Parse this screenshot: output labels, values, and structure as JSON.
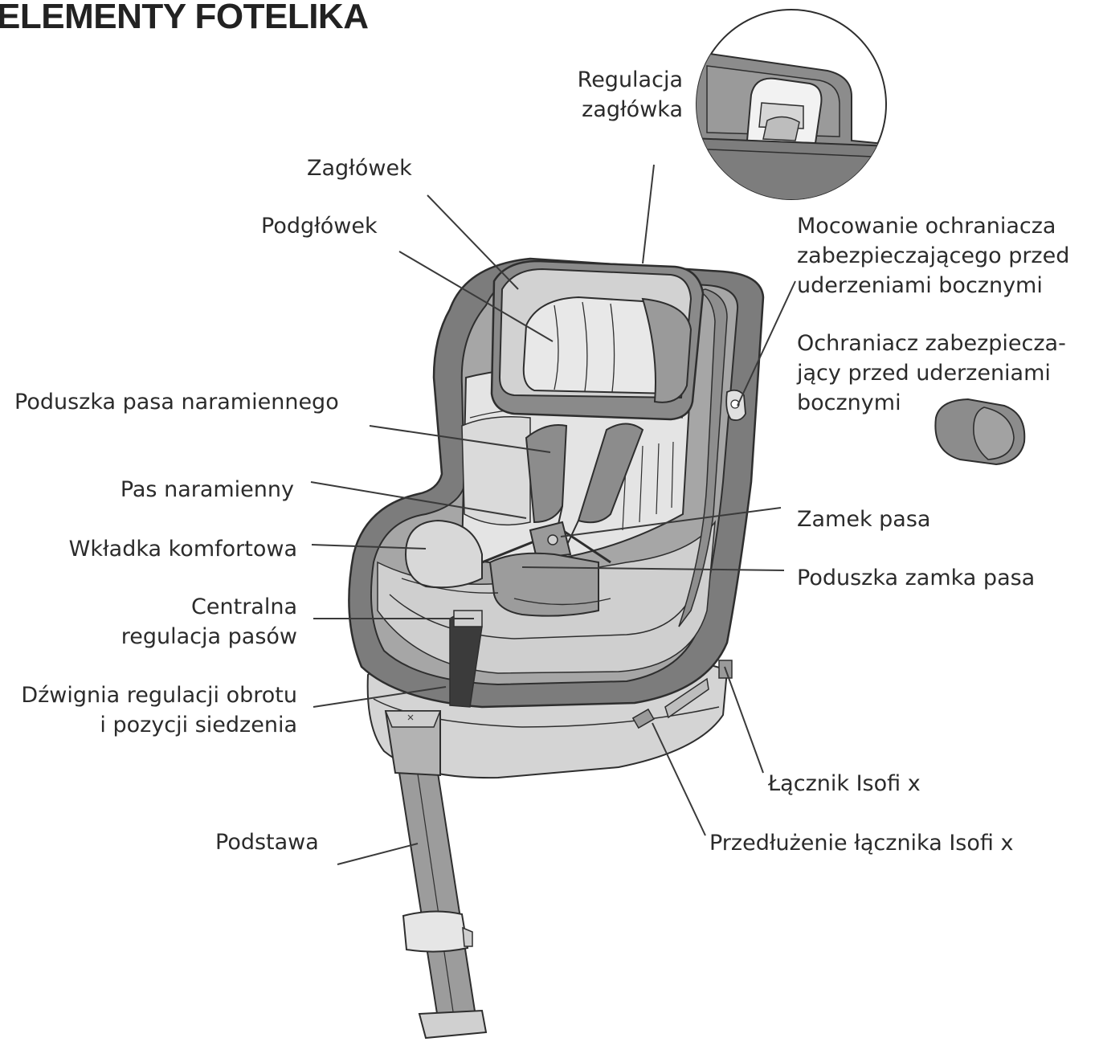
{
  "title": "ELEMENTY FOTELIKA",
  "labels": {
    "regulacja_zaglowka": [
      "Regulacja",
      "zagłówka"
    ],
    "zaglowek": "Zagłówek",
    "podglowek": "Podgłówek",
    "mocowanie_ochraniacza": [
      "Mocowanie ochraniacza",
      "zabezpieczającego przed",
      "uderzeniami bocznymi"
    ],
    "ochraniacz": [
      "Ochraniacz zabezpiecza-",
      "jący przed uderzeniami",
      "bocznymi"
    ],
    "poduszka_pasa_naramiennego": "Poduszka pasa naramiennego",
    "pas_naramienny": "Pas naramienny",
    "wkladka_komfortowa": "Wkładka komfortowa",
    "centralna_regulacja": [
      "Centralna",
      "regulacja pasów"
    ],
    "dzwignia": [
      "Dźwignia regulacji obrotu",
      "i pozycji siedzenia"
    ],
    "zamek_pasa": "Zamek pasa",
    "poduszka_zamka_pasa": "Poduszka zamka pasa",
    "lacznik_isofix": "Łącznik Isofi x",
    "przedluzenie_lacznika": "Przedłużenie łącznika Isofi x",
    "podstawa": "Podstawa"
  },
  "colors": {
    "dark_fabric": "#7a7a7a",
    "mid_fabric": "#a9a9a9",
    "light_fabric": "#d9d9d9",
    "pale_fabric": "#ececec",
    "outline": "#2e2e2e",
    "leader": "#3a3a3a"
  }
}
